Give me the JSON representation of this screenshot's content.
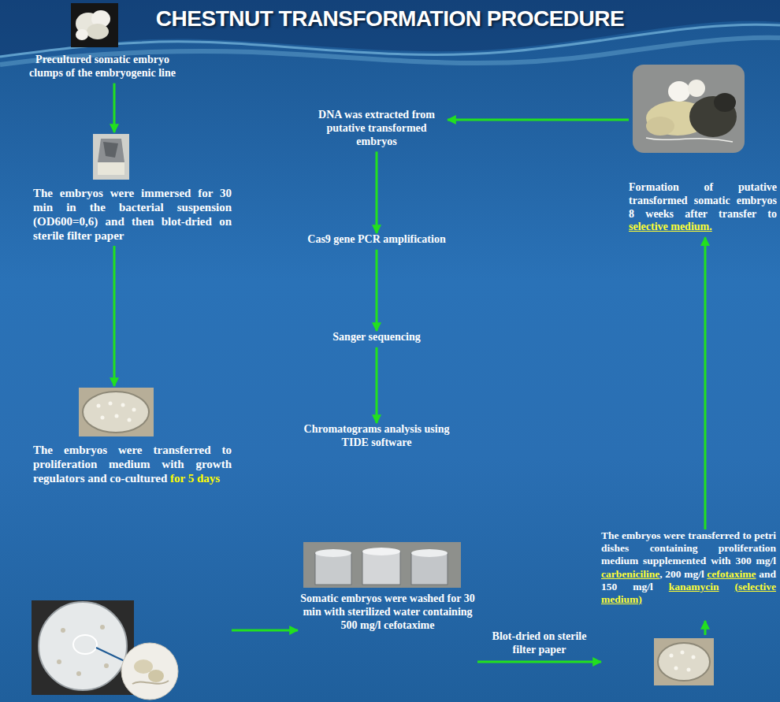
{
  "diagram": {
    "title": "CHESTNUT TRANSFORMATION PROCEDURE",
    "nodes": [
      {
        "text": [
          "Precultured somatic embryo clumps of the embryogenic line"
        ]
      },
      {
        "text": [
          "The embryos were immersed for 30 min in the bacterial suspension (OD600=0,6) and then blot-dried on sterile filter paper"
        ]
      },
      {
        "text": [
          "The embryos were transferred to proliferation medium with growth regulators and co-cultured",
          "for 5 days"
        ]
      },
      {
        "text": [
          "Somatic embryos were washed for 30 min with sterilized water containing 500 mg/l cefotaxime"
        ]
      },
      {
        "text": [
          "The embryos were transferred to petri dishes containing proliferation medium supplemented with 300 mg/l",
          "carbeniciline",
          ", 200 mg/l",
          "cefotaxime",
          "and 150 mg/l",
          "kanamycin",
          "(selective medium)"
        ]
      },
      {
        "text": [
          "Formation of putative transformed somatic embryos 8 weeks after transfer to",
          "selective medium."
        ]
      },
      {
        "text": [
          "DNA was extracted from putative transformed embryos"
        ]
      },
      {
        "text": [
          "Cas9 gene PCR amplification"
        ]
      },
      {
        "text": [
          "Sanger sequencing"
        ]
      },
      {
        "text": [
          "Chromatograms analysis using TIDE software"
        ]
      }
    ],
    "edges": [
      {
        "from": 0,
        "to": 1,
        "arrow": "to"
      },
      {
        "from": 1,
        "to": 2,
        "arrow": "to"
      },
      {
        "from": 2,
        "to": 3,
        "arrow": "to"
      },
      {
        "from": 3,
        "to": 4,
        "label": "Blot-dried on sterile filter paper",
        "arrow": "to"
      },
      {
        "from": 4,
        "to": 5,
        "arrow": "to"
      },
      {
        "from": 5,
        "to": 6,
        "arrow": "to"
      },
      {
        "from": 6,
        "to": 7,
        "arrow": "to"
      },
      {
        "from": 7,
        "to": 8,
        "arrow": "to"
      },
      {
        "from": 8,
        "to": 9,
        "arrow": "to"
      }
    ]
  }
}
